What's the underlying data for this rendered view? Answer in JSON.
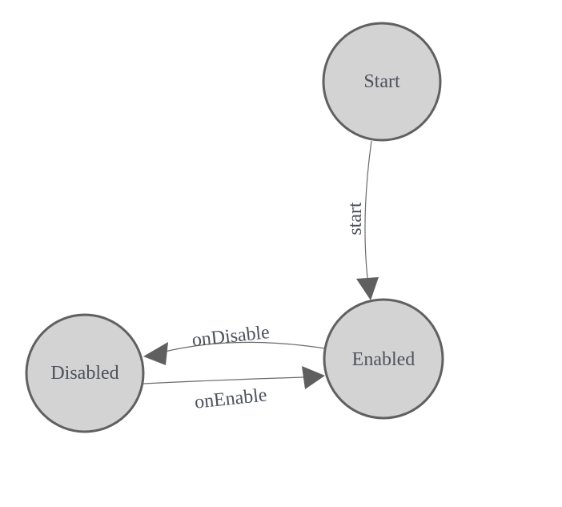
{
  "diagram": {
    "kind": "state-machine",
    "background_color": "#ffffff",
    "node_fill_color": "#d3d3d3",
    "node_border_color": "#606060",
    "edge_line_color": "#6a6a6a",
    "arrowhead_color": "#5f5f5f",
    "text_color": "#4c525c",
    "nodes": [
      {
        "id": "start",
        "label": "Start"
      },
      {
        "id": "enabled",
        "label": "Enabled"
      },
      {
        "id": "disabled",
        "label": "Disabled"
      }
    ],
    "edges": [
      {
        "from": "Start",
        "to": "Enabled",
        "label": "start"
      },
      {
        "from": "Enabled",
        "to": "Disabled",
        "label": "onDisable"
      },
      {
        "from": "Disabled",
        "to": "Enabled",
        "label": "onEnable"
      }
    ]
  }
}
